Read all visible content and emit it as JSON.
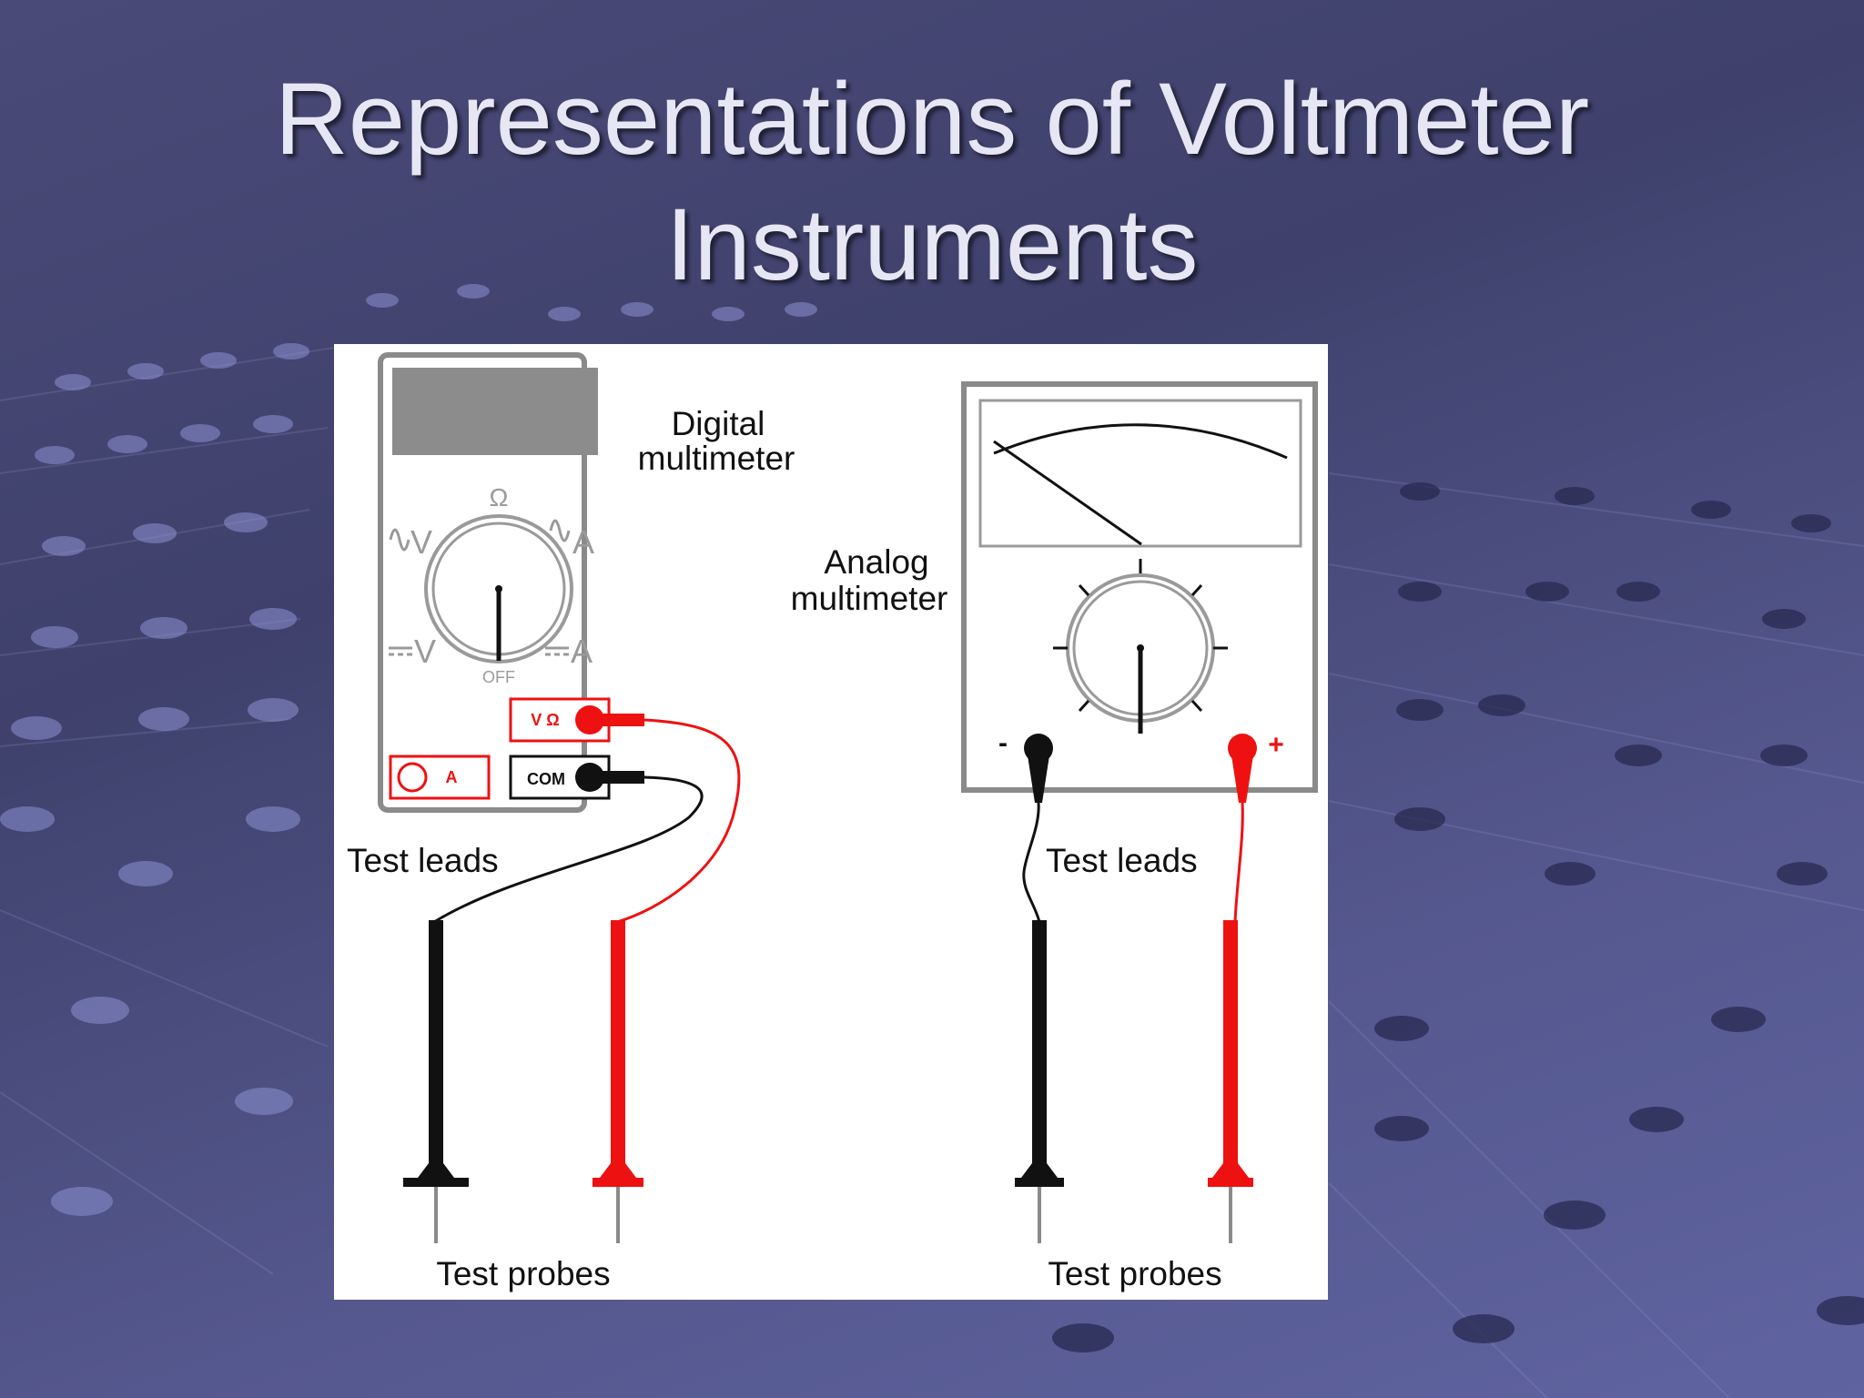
{
  "slide": {
    "title_line1": "Representations of Voltmeter",
    "title_line2": "Instruments"
  },
  "digital_multimeter": {
    "label_line1": "Digital",
    "label_line2": "multimeter",
    "dial": {
      "top_label": "Ω",
      "upper_left_label": "V",
      "upper_right_label": "A",
      "lower_left_label": "V",
      "lower_right_label": "A",
      "bottom_label": "OFF"
    },
    "jacks": {
      "volt_ohm_label": "V Ω",
      "amp_label": "A",
      "common_label": "COM"
    },
    "test_leads_label": "Test leads",
    "test_probes_label": "Test probes"
  },
  "analog_multimeter": {
    "label_line1": "Analog",
    "label_line2": "multimeter",
    "negative_label": "-",
    "positive_label": "+",
    "test_leads_label": "Test leads",
    "test_probes_label": "Test probes"
  },
  "colors": {
    "lead_red": "#ee1111",
    "lead_black": "#111111",
    "meter_gray": "#8a8a8a",
    "display_gray": "#8c8c8c",
    "title_text": "#e6e6f5"
  }
}
